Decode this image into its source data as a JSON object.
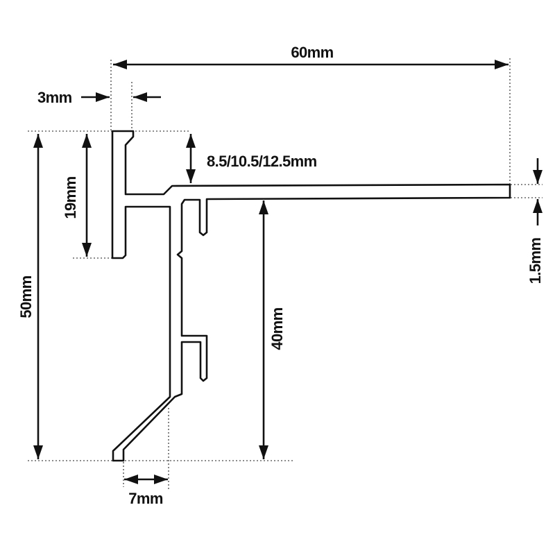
{
  "dimensions": {
    "width_60": "60mm",
    "flange_3": "3mm",
    "gap": "8.5/10.5/12.5mm",
    "height_19": "19mm",
    "height_50": "50mm",
    "height_40": "40mm",
    "thickness_1_5": "1.5mm",
    "leg_7": "7mm"
  },
  "colors": {
    "line": "#111111",
    "dotted": "#666666",
    "background": "#ffffff"
  }
}
